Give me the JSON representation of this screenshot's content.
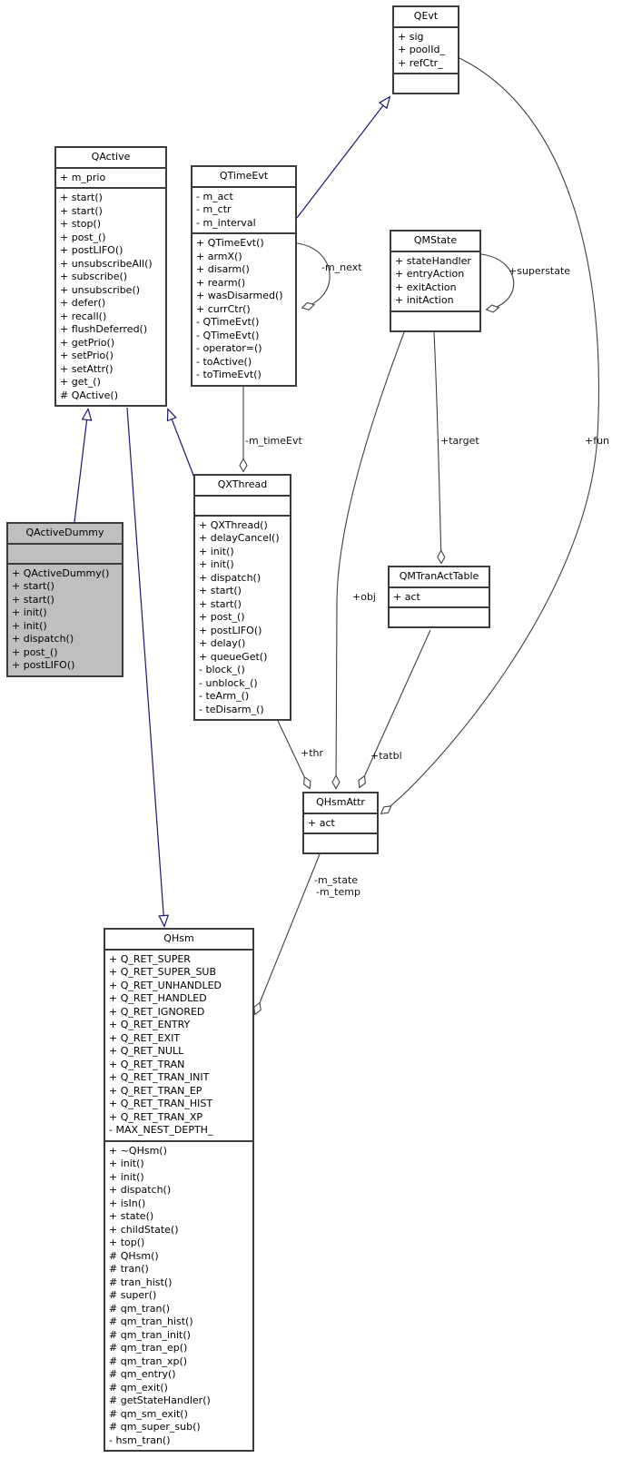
{
  "diagram": {
    "kind": "uml-collaboration-diagram"
  },
  "colors": {
    "inheritance_edge": "#191970",
    "aggregation_edge": "#404040",
    "box_border": "#3c3c3c",
    "highlight_fill": "#bfbfbf"
  },
  "classes": {
    "qevt": {
      "name": "QEvt",
      "attributes": [
        "+ sig",
        "+ poolId_",
        "+ refCtr_"
      ],
      "methods": []
    },
    "qactive": {
      "name": "QActive",
      "attributes": [
        "+ m_prio"
      ],
      "methods": [
        "+ start()",
        "+ start()",
        "+ stop()",
        "+ post_()",
        "+ postLIFO()",
        "+ unsubscribeAll()",
        "+ subscribe()",
        "+ unsubscribe()",
        "+ defer()",
        "+ recall()",
        "+ flushDeferred()",
        "+ getPrio()",
        "+ setPrio()",
        "+ setAttr()",
        "+ get_()",
        "# QActive()"
      ]
    },
    "qtimeevt": {
      "name": "QTimeEvt",
      "attributes": [
        "- m_act",
        "- m_ctr",
        "- m_interval"
      ],
      "methods": [
        "+ QTimeEvt()",
        "+ armX()",
        "+ disarm()",
        "+ rearm()",
        "+ wasDisarmed()",
        "+ currCtr()",
        "- QTimeEvt()",
        "- QTimeEvt()",
        "- operator=()",
        "- toActive()",
        "- toTimeEvt()"
      ]
    },
    "qmstate": {
      "name": "QMState",
      "attributes": [
        "+ stateHandler",
        "+ entryAction",
        "+ exitAction",
        "+ initAction"
      ],
      "methods": []
    },
    "qactivedummy": {
      "name": "QActiveDummy",
      "attributes": [],
      "methods": [
        "+ QActiveDummy()",
        "+ start()",
        "+ start()",
        "+ init()",
        "+ init()",
        "+ dispatch()",
        "+ post_()",
        "+ postLIFO()"
      ]
    },
    "qxthread": {
      "name": "QXThread",
      "attributes": [],
      "methods": [
        "+ QXThread()",
        "+ delayCancel()",
        "+ init()",
        "+ init()",
        "+ dispatch()",
        "+ start()",
        "+ start()",
        "+ post_()",
        "+ postLIFO()",
        "+ delay()",
        "+ queueGet()",
        "- block_()",
        "- unblock_()",
        "- teArm_()",
        "- teDisarm_()"
      ]
    },
    "qmtranacttable": {
      "name": "QMTranActTable",
      "attributes": [
        "+ act"
      ],
      "methods": []
    },
    "qhsmattr": {
      "name": "QHsmAttr",
      "attributes": [
        "+ act"
      ],
      "methods": []
    },
    "qhsm": {
      "name": "QHsm",
      "attributes": [
        "+ Q_RET_SUPER",
        "+ Q_RET_SUPER_SUB",
        "+ Q_RET_UNHANDLED",
        "+ Q_RET_HANDLED",
        "+ Q_RET_IGNORED",
        "+ Q_RET_ENTRY",
        "+ Q_RET_EXIT",
        "+ Q_RET_NULL",
        "+ Q_RET_TRAN",
        "+ Q_RET_TRAN_INIT",
        "+ Q_RET_TRAN_EP",
        "+ Q_RET_TRAN_HIST",
        "+ Q_RET_TRAN_XP",
        "- MAX_NEST_DEPTH_"
      ],
      "methods": [
        "+ ~QHsm()",
        "+ init()",
        "+ init()",
        "+ dispatch()",
        "+ isIn()",
        "+ state()",
        "+ childState()",
        "+ top()",
        "# QHsm()",
        "# tran()",
        "# tran_hist()",
        "# super()",
        "# qm_tran()",
        "# qm_tran_hist()",
        "# qm_tran_init()",
        "# qm_tran_ep()",
        "# qm_tran_xp()",
        "# qm_entry()",
        "# qm_exit()",
        "# getStateHandler()",
        "# qm_sm_exit()",
        "# qm_super_sub()",
        "- hsm_tran()"
      ]
    }
  },
  "edge_labels": {
    "m_next": "-m_next",
    "superstate": "+superstate",
    "m_timeEvt": "-m_timeEvt",
    "target": "+target",
    "fun": "+fun",
    "obj": "+obj",
    "thr": "+thr",
    "tatbl": "+tatbl",
    "m_state": "-m_state",
    "m_temp": "-m_temp"
  }
}
